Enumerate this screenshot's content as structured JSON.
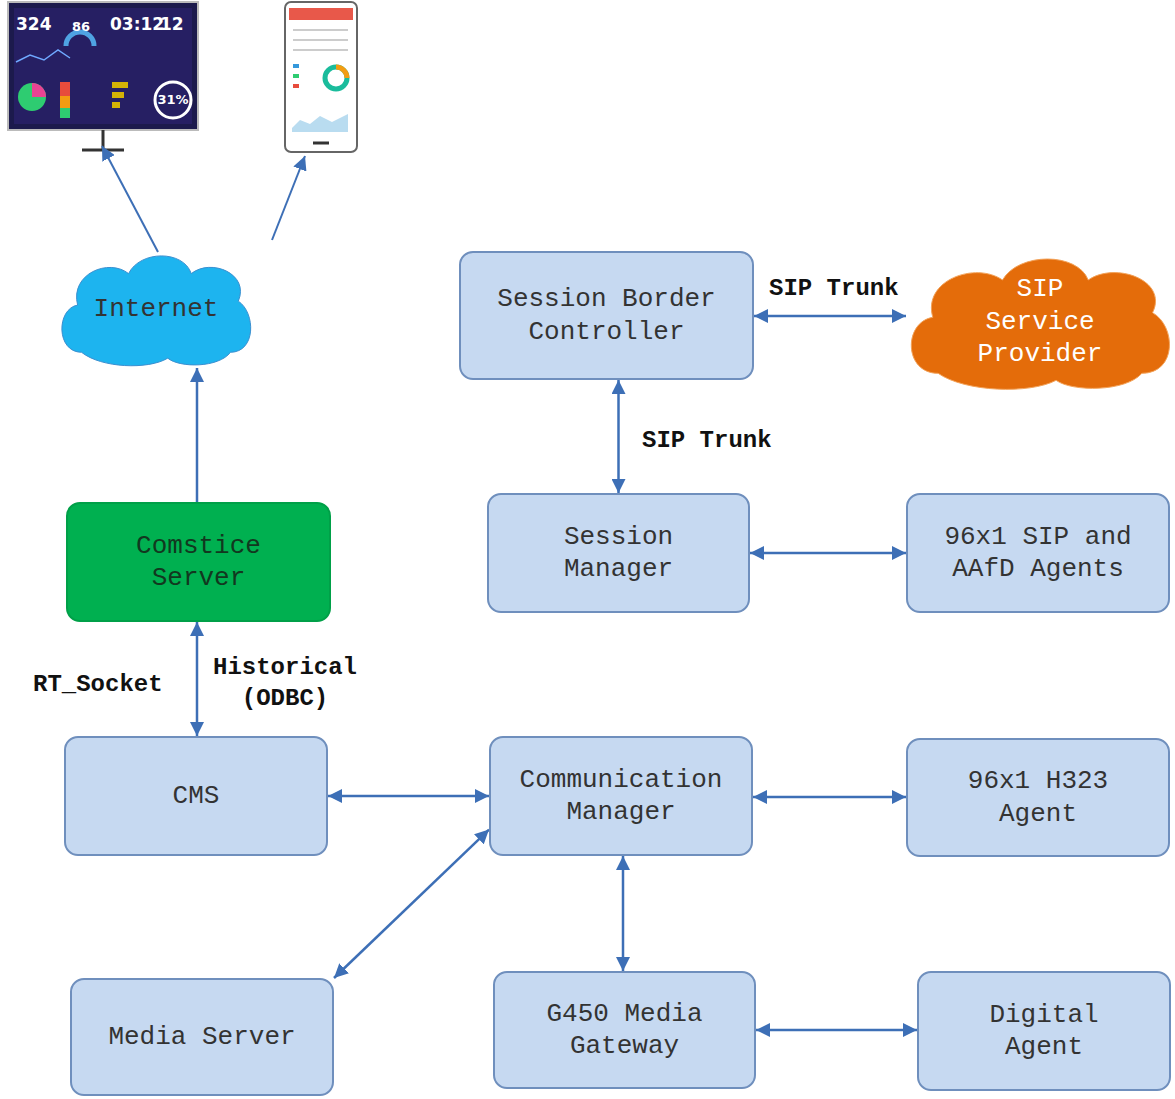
{
  "diagram": {
    "nodes": [
      {
        "text": [
          "Internet"
        ]
      },
      {
        "text": [
          "Session Border Controller"
        ]
      },
      {
        "text": [
          "SIP Service Provider"
        ]
      },
      {
        "text": [
          "Comstice Server"
        ]
      },
      {
        "text": [
          "Session Manager"
        ]
      },
      {
        "text": [
          "96x1 SIP and AAfD Agents"
        ]
      },
      {
        "text": [
          "CMS"
        ]
      },
      {
        "text": [
          "Communication Manager"
        ]
      },
      {
        "text": [
          "96x1 H323 Agent"
        ]
      },
      {
        "text": [
          "Media Server"
        ]
      },
      {
        "text": [
          "G450 Media Gateway"
        ]
      },
      {
        "text": [
          "Digital Agent"
        ]
      }
    ],
    "edges": [
      {
        "from": 3,
        "to": 0,
        "arrow": "to"
      },
      {
        "from": 1,
        "to": 2,
        "label": "SIP Trunk",
        "arrow": "both"
      },
      {
        "from": 1,
        "to": 4,
        "label": "SIP Trunk",
        "arrow": "both"
      },
      {
        "from": 4,
        "to": 5,
        "arrow": "both"
      },
      {
        "from": 3,
        "to": 6,
        "label": "RT_Socket",
        "arrow": "both"
      },
      {
        "from": 6,
        "to": 7,
        "arrow": "both"
      },
      {
        "from": 7,
        "to": 8,
        "arrow": "both"
      },
      {
        "from": 7,
        "to": 9,
        "arrow": "both"
      },
      {
        "from": 7,
        "to": 10,
        "arrow": "both"
      },
      {
        "from": 10,
        "to": 11,
        "arrow": "both"
      }
    ],
    "labels": [
      "Historical (ODBC)",
      "324",
      "86",
      "03:12",
      "12",
      "31%"
    ]
  }
}
